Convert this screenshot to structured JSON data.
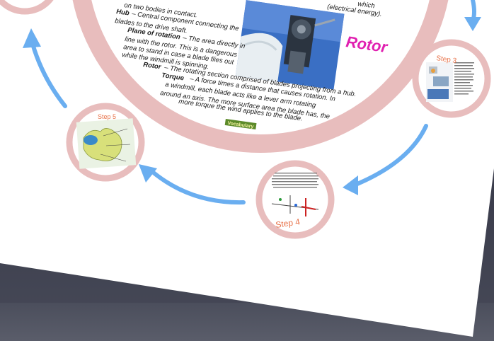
{
  "main_circle": {
    "lines": [
      "on two bodies in contact.",
      "Hub",
      " – Central component connecting the",
      "blades to the drive shaft.",
      "Plane of rotation",
      " – The area directly in",
      "line with the rotor. This is a dangerous",
      "area to stand in case a blade flies out",
      "while the windmill is spinning.",
      "Rotor",
      " – The rotating section comprised of blades projecting from a hub.",
      "Torque",
      " – A force times a distance that causes rotation. In",
      "a windmill, each blade acts like a lever arm rotating",
      "around an axis. The more surface area the blade has, the",
      "more torque the wind applies to the blade."
    ],
    "top_right_text": "which",
    "top_right_text2": "(electrical energy).",
    "photo_label": "Rotor",
    "badge": "Vocabulary"
  },
  "steps": {
    "step3": "Step 3",
    "step4": "Step 4",
    "step5": "Step 5"
  },
  "colors": {
    "ring": "#e8bdbd",
    "arrow": "#6aaef0",
    "step_label": "#e8734a",
    "rotor_label": "#e020b0"
  }
}
